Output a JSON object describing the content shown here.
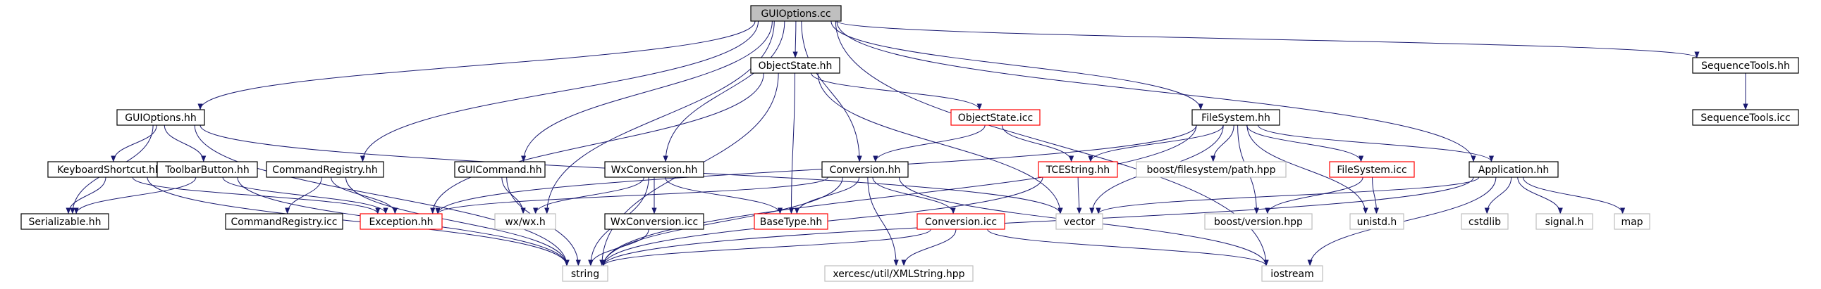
{
  "colors": {
    "root_fill": "#bfbfbf",
    "border_normal": "#000000",
    "border_incomplete": "#ff0000",
    "border_external": "#bfbfbf",
    "edge": "#191970"
  },
  "nodes": [
    {
      "id": "gui_options_cc",
      "label": "GUIOptions.cc",
      "kind": "root"
    },
    {
      "id": "object_state_hh",
      "label": "ObjectState.hh",
      "kind": "normal"
    },
    {
      "id": "sequence_tools_hh",
      "label": "SequenceTools.hh",
      "kind": "normal"
    },
    {
      "id": "sequence_tools_icc",
      "label": "SequenceTools.icc",
      "kind": "normal"
    },
    {
      "id": "gui_options_hh",
      "label": "GUIOptions.hh",
      "kind": "normal"
    },
    {
      "id": "object_state_icc",
      "label": "ObjectState.icc",
      "kind": "incomplete"
    },
    {
      "id": "file_system_hh",
      "label": "FileSystem.hh",
      "kind": "normal"
    },
    {
      "id": "keyboard_shortcut_hh",
      "label": "KeyboardShortcut.hh",
      "kind": "normal"
    },
    {
      "id": "toolbar_button_hh",
      "label": "ToolbarButton.hh",
      "kind": "normal"
    },
    {
      "id": "command_registry_hh",
      "label": "CommandRegistry.hh",
      "kind": "normal"
    },
    {
      "id": "gui_command_hh",
      "label": "GUICommand.hh",
      "kind": "normal"
    },
    {
      "id": "wx_conversion_hh",
      "label": "WxConversion.hh",
      "kind": "normal"
    },
    {
      "id": "conversion_hh",
      "label": "Conversion.hh",
      "kind": "normal"
    },
    {
      "id": "tce_string_hh",
      "label": "TCEString.hh",
      "kind": "incomplete"
    },
    {
      "id": "boost_filesystem_path",
      "label": "boost/filesystem/path.hpp",
      "kind": "external"
    },
    {
      "id": "file_system_icc",
      "label": "FileSystem.icc",
      "kind": "incomplete"
    },
    {
      "id": "application_hh",
      "label": "Application.hh",
      "kind": "normal"
    },
    {
      "id": "serializable_hh",
      "label": "Serializable.hh",
      "kind": "normal"
    },
    {
      "id": "command_registry_icc",
      "label": "CommandRegistry.icc",
      "kind": "normal"
    },
    {
      "id": "exception_hh",
      "label": "Exception.hh",
      "kind": "incomplete"
    },
    {
      "id": "wx_wx_h",
      "label": "wx/wx.h",
      "kind": "external"
    },
    {
      "id": "wx_conversion_icc",
      "label": "WxConversion.icc",
      "kind": "normal"
    },
    {
      "id": "base_type_hh",
      "label": "BaseType.hh",
      "kind": "incomplete"
    },
    {
      "id": "conversion_icc",
      "label": "Conversion.icc",
      "kind": "incomplete"
    },
    {
      "id": "vector",
      "label": "vector",
      "kind": "external"
    },
    {
      "id": "boost_version",
      "label": "boost/version.hpp",
      "kind": "external"
    },
    {
      "id": "unistd_h",
      "label": "unistd.h",
      "kind": "external"
    },
    {
      "id": "cstdlib",
      "label": "cstdlib",
      "kind": "external"
    },
    {
      "id": "signal_h",
      "label": "signal.h",
      "kind": "external"
    },
    {
      "id": "map",
      "label": "map",
      "kind": "external"
    },
    {
      "id": "string",
      "label": "string",
      "kind": "external"
    },
    {
      "id": "xerces_xmlstring",
      "label": "xercesc/util/XMLString.hpp",
      "kind": "external"
    },
    {
      "id": "iostream",
      "label": "iostream",
      "kind": "external"
    }
  ],
  "edges": [
    [
      "gui_options_cc",
      "object_state_hh"
    ],
    [
      "gui_options_cc",
      "sequence_tools_hh"
    ],
    [
      "gui_options_cc",
      "gui_options_hh"
    ],
    [
      "gui_options_cc",
      "file_system_hh"
    ],
    [
      "gui_options_cc",
      "command_registry_hh"
    ],
    [
      "gui_options_cc",
      "gui_command_hh"
    ],
    [
      "gui_options_cc",
      "wx_conversion_hh"
    ],
    [
      "gui_options_cc",
      "conversion_hh"
    ],
    [
      "gui_options_cc",
      "application_hh"
    ],
    [
      "gui_options_cc",
      "wx_wx_h"
    ],
    [
      "gui_options_cc",
      "iostream"
    ],
    [
      "sequence_tools_hh",
      "sequence_tools_icc"
    ],
    [
      "object_state_hh",
      "object_state_icc"
    ],
    [
      "object_state_hh",
      "exception_hh"
    ],
    [
      "object_state_hh",
      "base_type_hh"
    ],
    [
      "object_state_hh",
      "vector"
    ],
    [
      "object_state_hh",
      "string"
    ],
    [
      "object_state_icc",
      "conversion_hh"
    ],
    [
      "object_state_icc",
      "tce_string_hh"
    ],
    [
      "gui_options_hh",
      "keyboard_shortcut_hh"
    ],
    [
      "gui_options_hh",
      "toolbar_button_hh"
    ],
    [
      "gui_options_hh",
      "serializable_hh"
    ],
    [
      "gui_options_hh",
      "vector"
    ],
    [
      "gui_options_hh",
      "string"
    ],
    [
      "keyboard_shortcut_hh",
      "serializable_hh"
    ],
    [
      "keyboard_shortcut_hh",
      "exception_hh"
    ],
    [
      "keyboard_shortcut_hh",
      "string"
    ],
    [
      "toolbar_button_hh",
      "serializable_hh"
    ],
    [
      "toolbar_button_hh",
      "exception_hh"
    ],
    [
      "toolbar_button_hh",
      "string"
    ],
    [
      "command_registry_hh",
      "command_registry_icc"
    ],
    [
      "command_registry_hh",
      "exception_hh"
    ],
    [
      "command_registry_hh",
      "string"
    ],
    [
      "gui_command_hh",
      "wx_wx_h"
    ],
    [
      "gui_command_hh",
      "string"
    ],
    [
      "wx_conversion_hh",
      "wx_conversion_icc"
    ],
    [
      "wx_conversion_hh",
      "wx_wx_h"
    ],
    [
      "wx_conversion_hh",
      "base_type_hh"
    ],
    [
      "wx_conversion_hh",
      "string"
    ],
    [
      "wx_conversion_icc",
      "string"
    ],
    [
      "conversion_hh",
      "exception_hh"
    ],
    [
      "conversion_hh",
      "base_type_hh"
    ],
    [
      "conversion_hh",
      "conversion_icc"
    ],
    [
      "conversion_hh",
      "string"
    ],
    [
      "conversion_hh",
      "xerces_xmlstring"
    ],
    [
      "conversion_hh",
      "iostream"
    ],
    [
      "conversion_icc",
      "string"
    ],
    [
      "conversion_icc",
      "xerces_xmlstring"
    ],
    [
      "conversion_icc",
      "iostream"
    ],
    [
      "file_system_hh",
      "tce_string_hh"
    ],
    [
      "file_system_hh",
      "boost_filesystem_path"
    ],
    [
      "file_system_hh",
      "file_system_icc"
    ],
    [
      "file_system_hh",
      "application_hh"
    ],
    [
      "file_system_hh",
      "exception_hh"
    ],
    [
      "file_system_hh",
      "vector"
    ],
    [
      "file_system_hh",
      "string"
    ],
    [
      "file_system_hh",
      "boost_version"
    ],
    [
      "file_system_hh",
      "unistd_h"
    ],
    [
      "file_system_icc",
      "unistd_h"
    ],
    [
      "file_system_icc",
      "boost_version"
    ],
    [
      "tce_string_hh",
      "vector"
    ],
    [
      "tce_string_hh",
      "string"
    ],
    [
      "application_hh",
      "vector"
    ],
    [
      "application_hh",
      "cstdlib"
    ],
    [
      "application_hh",
      "signal_h"
    ],
    [
      "application_hh",
      "map"
    ],
    [
      "application_hh",
      "string"
    ],
    [
      "application_hh",
      "iostream"
    ]
  ]
}
